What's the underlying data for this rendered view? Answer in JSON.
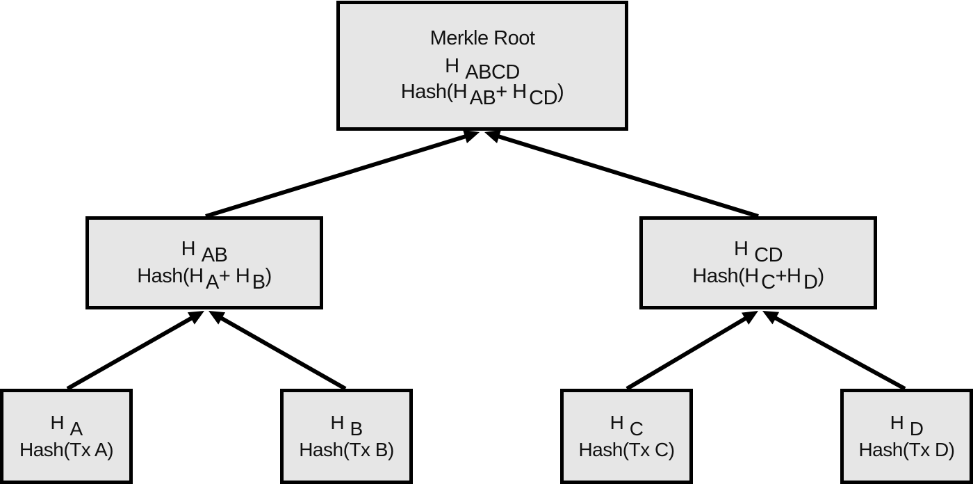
{
  "root": {
    "title": "Merkle Root",
    "hash_name": {
      "base": "H",
      "sub": "ABCD"
    },
    "formula": {
      "prefix": "Hash(H",
      "sub1": "AB",
      "mid": "+ H",
      "sub2": "CD",
      "suffix": ")"
    }
  },
  "ab": {
    "hash_name": {
      "base": "H",
      "sub": "AB"
    },
    "formula": {
      "prefix": "Hash(H",
      "sub1": "A",
      "mid": "+ H",
      "sub2": "B",
      "suffix": ")"
    }
  },
  "cd": {
    "hash_name": {
      "base": "H",
      "sub": "CD"
    },
    "formula": {
      "prefix": "Hash(H",
      "sub1": "C",
      "mid": "+H",
      "sub2": "D",
      "suffix": ")"
    }
  },
  "leaves": [
    {
      "hash_name": {
        "base": "H",
        "sub": "A"
      },
      "formula": "Hash(Tx A)"
    },
    {
      "hash_name": {
        "base": "H",
        "sub": "B"
      },
      "formula": "Hash(Tx B)"
    },
    {
      "hash_name": {
        "base": "H",
        "sub": "C"
      },
      "formula": "Hash(Tx C)"
    },
    {
      "hash_name": {
        "base": "H",
        "sub": "D"
      },
      "formula": "Hash(Tx D)"
    }
  ],
  "colors": {
    "node_fill": "#e6e6e6",
    "stroke": "#000000",
    "text": "#111111",
    "background": "#ffffff"
  }
}
